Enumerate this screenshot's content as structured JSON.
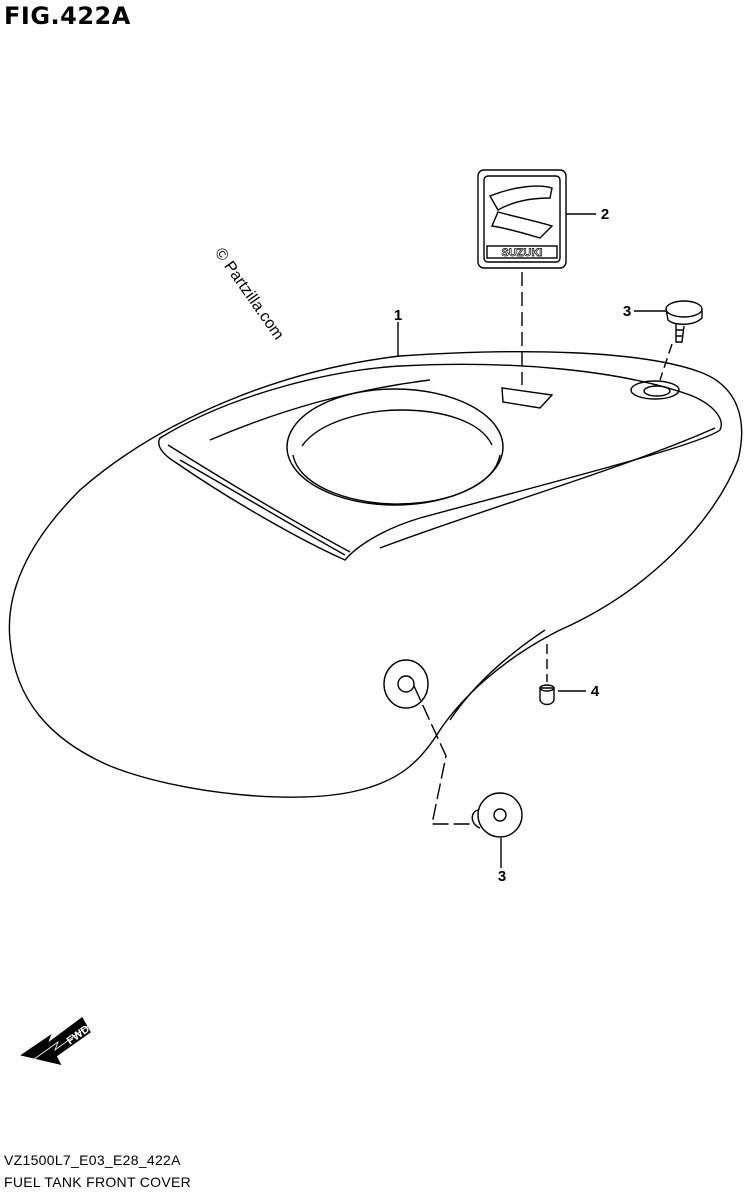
{
  "figure": {
    "title": "FIG.422A",
    "code": "VZ1500L7_E03_E28_422A",
    "description": "FUEL TANK FRONT COVER",
    "watermark": "© Partzilla.com"
  },
  "callouts": [
    {
      "id": "1"
    },
    {
      "id": "2"
    },
    {
      "id": "3"
    },
    {
      "id": "3"
    },
    {
      "id": "4"
    }
  ],
  "emblem": {
    "brand_text": "SUZUKI"
  },
  "direction_arrow": {
    "label": "FWD"
  }
}
